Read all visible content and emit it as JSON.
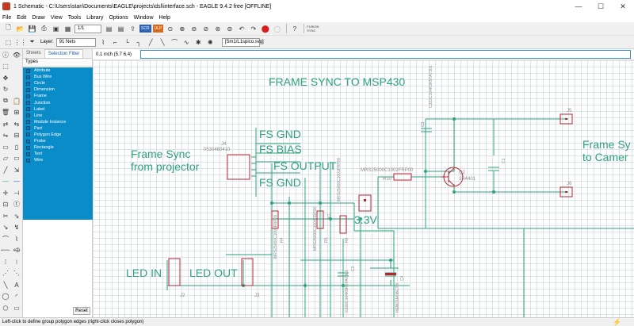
{
  "window": {
    "title": "1 Schematic - C:\\Users\\stan\\Documents\\EAGLE\\projects\\dsl\\interface.sch - EAGLE 9.4.2 free [OFFLINE]",
    "min": "—",
    "max": "☐",
    "close": "✕"
  },
  "menu": [
    "File",
    "Edit",
    "Draw",
    "View",
    "Tools",
    "Library",
    "Options",
    "Window",
    "Help"
  ],
  "toolbar1": {
    "sheet_value": "1/1",
    "tag1": "SCR",
    "tag2": "ULP",
    "help_icon": "?",
    "fusion_label": "FUSION\nSYNC"
  },
  "toolbar2": {
    "layer_label": "Layer:",
    "layer_value": "91 Nets",
    "file_chip": "[Sm1/L1spico.svg]"
  },
  "panel": {
    "tabs": [
      "Sheets",
      "Selection Filter"
    ],
    "types_header": "Types",
    "types": [
      "Attribute",
      "Bus Wire",
      "Circle",
      "Dimension",
      "Frame",
      "Junction",
      "Label",
      "Line",
      "Module Instance",
      "Part",
      "Polygon Edge",
      "Probe",
      "Rectangle",
      "Text",
      "Wire"
    ],
    "reset": "Reset"
  },
  "command": {
    "coord": "0.1 inch (5.7 6.4)"
  },
  "schematic": {
    "label_frame_sync_msp": "FRAME SYNC TO MSP430",
    "label_frame_sync_proj_1": "Frame Sync",
    "label_frame_sync_proj_2": "from projector",
    "label_frame_sync_cam_1": "Frame Sy",
    "label_frame_sync_cam_2": "to Camer",
    "net_fs_gnd_top": "FS GND",
    "net_fs_bias": "FS BIAS",
    "net_fs_output": "FS OUTPUT",
    "net_fs_gnd_bottom": "FS GND",
    "net_3v3": "3.3V",
    "net_led_in": "LED IN",
    "net_led_out": "LED OUT",
    "part_j4_name": "J4",
    "part_j4_value": "0530480410",
    "part_q2_name": "Q2",
    "part_q2_value": "2N4401",
    "part_r10_name": "R10",
    "part_r10_value": "MRS25000C1002FRP00",
    "part_c3_name": "C3",
    "part_c3_value": "C322C104K5R5TA7301",
    "part_c1_name": "C1",
    "part_j5_name": "J5",
    "part_j6_name": "J6",
    "part_r4_name": "R4",
    "part_r5_name": "R5",
    "part_r6_name": "R6",
    "part_r7_name": "R7",
    "part_c2_name": "C2",
    "part_c4_name": "C4",
    "part_j2_name": "J2",
    "part_j3_name": "J3",
    "part_r4_value": "MRS25000C1003FRP00",
    "part_r5_value": "MRS25000C1004FRP00",
    "part_r6_value": "MRS25000C1001FRP00",
    "part_c2_value": "C322C104K5R5TA7301",
    "part_c4_value": "HEBD1M0BCTB"
  },
  "status": {
    "text": "Left-click to define group polygon edges (right-click closes polygon)"
  },
  "colors": {
    "net": "#2ea37a",
    "part": "#b8232c",
    "selection_blue": "#0a8cc9",
    "junction": "#2ea37a"
  }
}
